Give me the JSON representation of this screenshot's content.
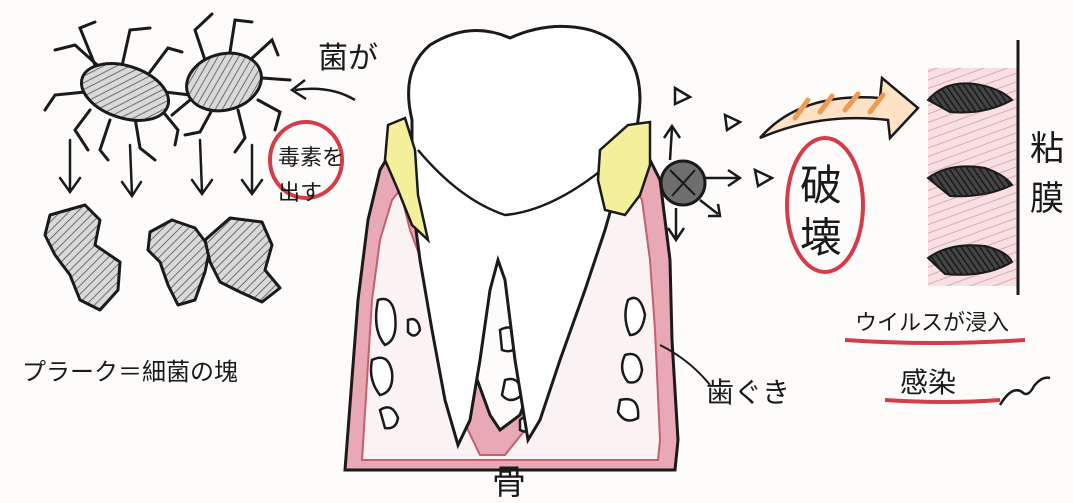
{
  "labels": {
    "bacteria": "菌が",
    "toxin_line1": "毒素を",
    "toxin_line2": "出す",
    "plaque": "プラーク＝細菌の塊",
    "gum": "歯ぐき",
    "bone": "骨",
    "destroy_line1": "破",
    "destroy_line2": "壊",
    "mucosa_line1": "粘",
    "mucosa_line2": "膜",
    "virus": "ウイルスが浸入",
    "infection": "感染"
  },
  "colors": {
    "ink": "#1a1a1a",
    "gum_pink": "#e8a9b4",
    "gum_line": "#c2606f",
    "tartar_yellow": "#f3ef9a",
    "highlight_red": "#d43c4a",
    "arrow_orange": "#ef9a55",
    "shade_grey": "#8c8c8c"
  }
}
